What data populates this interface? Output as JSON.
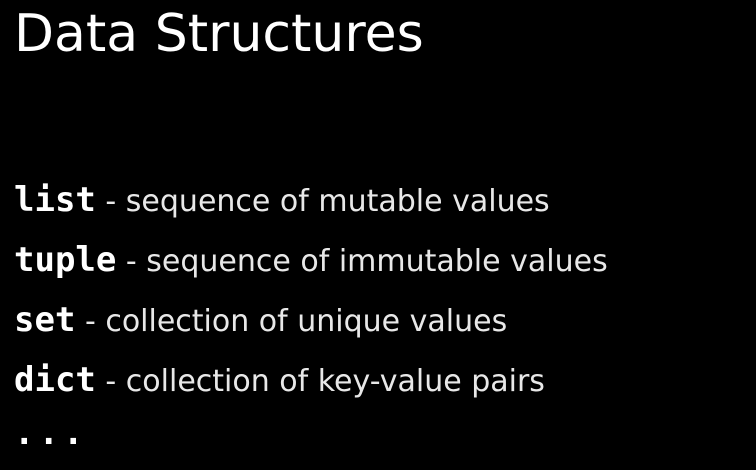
{
  "title": "Data Structures",
  "items": [
    {
      "keyword": "list",
      "separator": " - ",
      "description": "sequence of mutable values"
    },
    {
      "keyword": "tuple",
      "separator": " - ",
      "description": "sequence of immutable values"
    },
    {
      "keyword": "set",
      "separator": " - ",
      "description": "collection of unique values"
    },
    {
      "keyword": "dict",
      "separator": " - ",
      "description": "collection of key-value pairs"
    }
  ],
  "ellipsis": "..."
}
